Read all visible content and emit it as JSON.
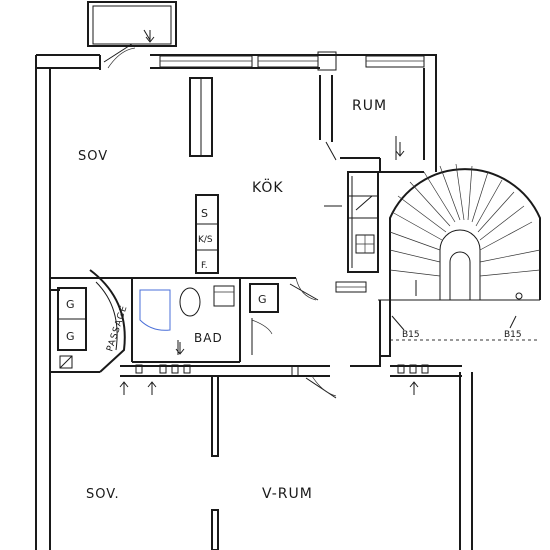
{
  "plan": {
    "rooms": {
      "sov_top": "SOV",
      "rum": "RUM",
      "kok": "KÖK",
      "bad": "BAD",
      "sov_bottom": "SOV.",
      "vardagsrum": "V-RUM",
      "passage": "PASSAGE"
    },
    "fixtures": {
      "s": "S",
      "ks": "K/S",
      "f": "F.",
      "g1": "G",
      "g2": "G",
      "g3": "G"
    },
    "markers": {
      "b15_left": "B15",
      "b15_right": "B15"
    },
    "colors": {
      "ink": "#1a1a1a",
      "shower_outline": "#4a6fd8"
    }
  }
}
